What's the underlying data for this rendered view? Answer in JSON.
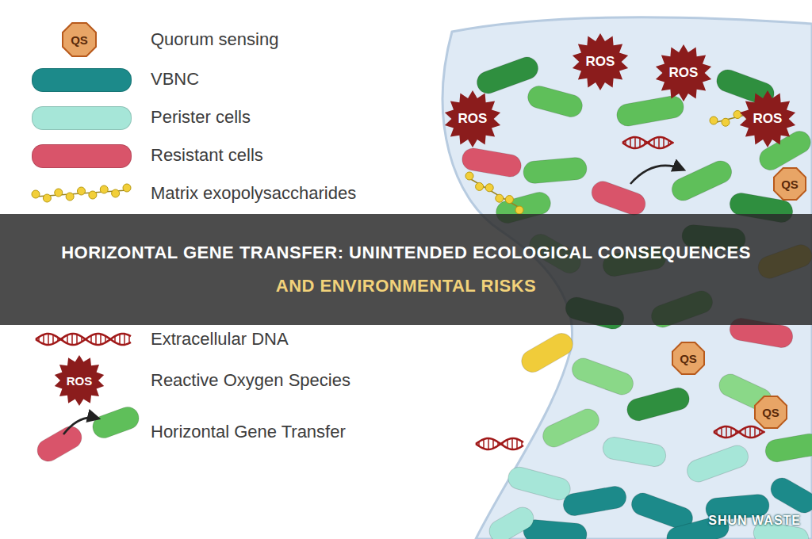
{
  "diagram": {
    "title": "HORIZONTAL GENE TRANSFER: UNINTENDED ECOLOGICAL CONSEQUENCES",
    "nodes": [
      {
        "text": [
          "ROS"
        ]
      },
      {
        "text": [
          "ROS"
        ]
      },
      {
        "text": [
          "ROS"
        ]
      },
      {
        "text": [
          "ROS"
        ]
      },
      {
        "text": [
          "QS"
        ]
      },
      {
        "text": [
          "QS"
        ]
      },
      {
        "text": [
          "QS"
        ]
      }
    ],
    "labels": [
      "AND ENVIRONMENTAL RISKS",
      "QS",
      "ROS",
      "SHUN WASTE"
    ],
    "legend": [
      {
        "text": "Quorum sensing"
      },
      {
        "text": "VBNC",
        "color": "#1c8a8a"
      },
      {
        "text": "Perister cells",
        "color": "#a6e6d8"
      },
      {
        "text": "Resistant cells",
        "color": "#d9546a"
      },
      {
        "text": "Matrix exopolysaccharides"
      },
      {
        "text": "Extracellular DNA"
      },
      {
        "text": "Reactive Oxygen Species"
      },
      {
        "text": "Horizontal Gene Transfer"
      }
    ]
  }
}
